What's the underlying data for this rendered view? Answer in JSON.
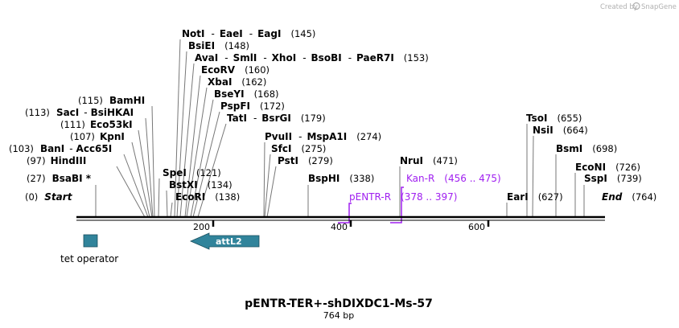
{
  "credit": {
    "text": "Created by",
    "brand": "SnapGene",
    "icon": "snapgene-logo-icon"
  },
  "title": "pENTR-TER+-shDIXDC1-Ms-57",
  "subtitle": "764 bp",
  "ruler": {
    "ticks": [
      "200",
      "400",
      "600"
    ]
  },
  "sites": [
    {
      "names": [
        "BsaBI *"
      ],
      "pos": "(27)",
      "side": "right"
    },
    {
      "names": [
        "HindIII"
      ],
      "pos": "(97)",
      "side": "left"
    },
    {
      "names": [
        "BanI",
        "Acc65I"
      ],
      "pos": "(103)",
      "side": "left"
    },
    {
      "names": [
        "KpnI"
      ],
      "pos": "(107)",
      "side": "left"
    },
    {
      "names": [
        "Eco53kI"
      ],
      "pos": "(111)",
      "side": "left"
    },
    {
      "names": [
        "SacI",
        "BsiHKAI"
      ],
      "pos": "(113)",
      "side": "left"
    },
    {
      "names": [
        "BamHI"
      ],
      "pos": "(115)",
      "side": "left"
    },
    {
      "names": [
        "SpeI"
      ],
      "pos": "(121)",
      "side": "right"
    },
    {
      "names": [
        "BstXI"
      ],
      "pos": "(134)",
      "side": "right"
    },
    {
      "names": [
        "EcoRI"
      ],
      "pos": "(138)",
      "side": "right"
    },
    {
      "names": [
        "NotI",
        "EaeI",
        "EagI"
      ],
      "pos": "(145)",
      "side": "right"
    },
    {
      "names": [
        "BsiEI"
      ],
      "pos": "(148)",
      "side": "right"
    },
    {
      "names": [
        "AvaI",
        "SmlI",
        "XhoI",
        "BsoBI",
        "PaeR7I"
      ],
      "pos": "(153)",
      "side": "right"
    },
    {
      "names": [
        "EcoRV"
      ],
      "pos": "(160)",
      "side": "right"
    },
    {
      "names": [
        "XbaI"
      ],
      "pos": "(162)",
      "side": "right"
    },
    {
      "names": [
        "BseYI"
      ],
      "pos": "(168)",
      "side": "right"
    },
    {
      "names": [
        "PspFI"
      ],
      "pos": "(172)",
      "side": "right"
    },
    {
      "names": [
        "TatI",
        "BsrGI"
      ],
      "pos": "(179)",
      "side": "right"
    },
    {
      "names": [
        "PvuII",
        "MspA1I"
      ],
      "pos": "(274)",
      "side": "right"
    },
    {
      "names": [
        "SfcI"
      ],
      "pos": "(275)",
      "side": "right"
    },
    {
      "names": [
        "PstI"
      ],
      "pos": "(279)",
      "side": "right"
    },
    {
      "names": [
        "BspHI"
      ],
      "pos": "(338)",
      "side": "right"
    },
    {
      "names": [
        "NruI"
      ],
      "pos": "(471)",
      "side": "right"
    },
    {
      "names": [
        "EarI"
      ],
      "pos": "(627)",
      "side": "right"
    },
    {
      "names": [
        "TsoI"
      ],
      "pos": "(655)",
      "side": "right"
    },
    {
      "names": [
        "NsiI"
      ],
      "pos": "(664)",
      "side": "right"
    },
    {
      "names": [
        "BsmI"
      ],
      "pos": "(698)",
      "side": "right"
    },
    {
      "names": [
        "EcoNI"
      ],
      "pos": "(726)",
      "side": "right"
    },
    {
      "names": [
        "SspI"
      ],
      "pos": "(739)",
      "side": "right"
    }
  ],
  "ends": {
    "start": {
      "label": "Start",
      "pos": "(0)"
    },
    "end": {
      "label": "End",
      "pos": "(764)"
    }
  },
  "primers": [
    {
      "name": "Kan-R",
      "range": "(456 .. 475)"
    },
    {
      "name": "pENTR-R",
      "range": "(378 .. 397)"
    }
  ],
  "features": [
    {
      "name": "tet operator",
      "color": "#31849b"
    },
    {
      "name": "attL2",
      "color": "#31849b"
    }
  ],
  "colors": {
    "primer": "#a020f0",
    "feature": "#31849b",
    "backbone": "#000000"
  }
}
